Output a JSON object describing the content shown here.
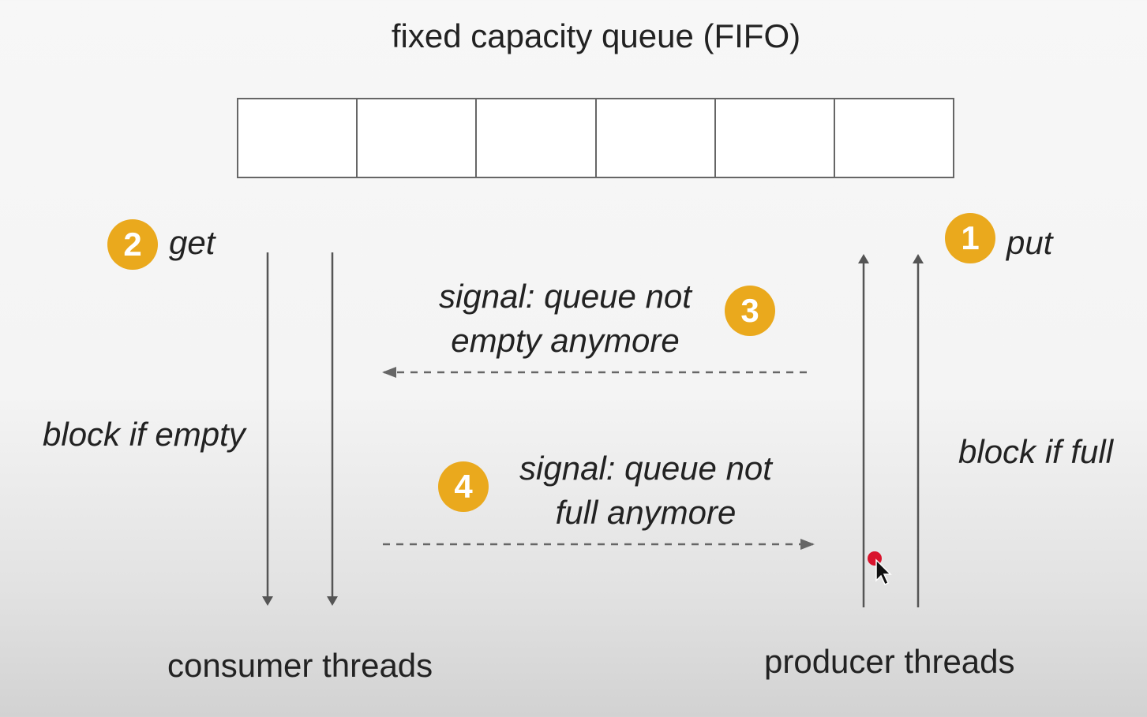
{
  "title": "fixed capacity queue (FIFO)",
  "queue": {
    "slot_count": 6
  },
  "steps": {
    "put": {
      "number": "1",
      "label": "put"
    },
    "get": {
      "number": "2",
      "label": "get"
    },
    "signal_not_empty": {
      "number": "3",
      "line1": "signal: queue not",
      "line2": "empty anymore"
    },
    "signal_not_full": {
      "number": "4",
      "line1": "signal: queue not",
      "line2": "full anymore"
    }
  },
  "consumer": {
    "block_label": "block if empty",
    "threads_label": "consumer threads"
  },
  "producer": {
    "block_label": "block if full",
    "threads_label": "producer threads"
  },
  "colors": {
    "badge": "#eaa91d",
    "line": "#555555",
    "dashed": "#666666",
    "cursor_dot": "#d9132c"
  }
}
